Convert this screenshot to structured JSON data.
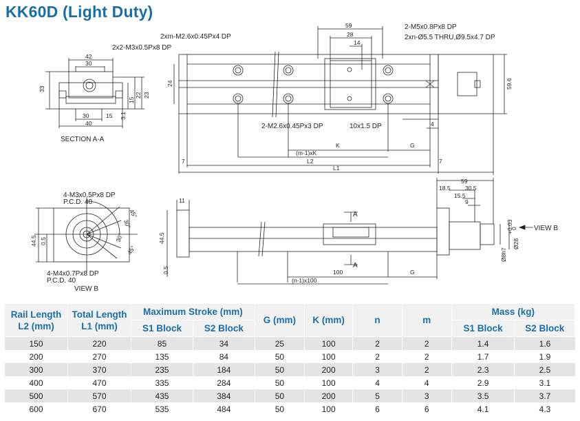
{
  "title": "KK60D (Light Duty)",
  "drawing": {
    "section_label": "SECTION A-A",
    "view_label": "VIEW B",
    "view_label_arrow": "VIEW B",
    "section_marker": "A",
    "callouts": {
      "c1": "2xm-M2.6x0.45Px4 DP",
      "c2": "2x2-M3x0.5Px8 DP",
      "c3": "2-M5x0.8Px8 DP",
      "c4": "2xn-Ø5.5 THRU,Ø9.5x4.7 DP",
      "c5": "2-M2.6x0.45Px3 DP",
      "c6": "10x1.5 DP",
      "c7": "4-M3x0.5Px8 DP",
      "c7b": "P.C.D. 40",
      "c8": "4-M4x0.7Px8 DP",
      "c8b": "P.C.D. 40"
    },
    "dims": {
      "d42": "42",
      "d30a": "30",
      "d33": "33",
      "d15a": "15",
      "d22": "22",
      "d23": "23",
      "d30b": "30",
      "d15b": "15",
      "d3_1": "3.1",
      "d40": "40",
      "d59a": "59",
      "d28": "28",
      "d14": "14",
      "d24": "24",
      "d59_6": "59.6",
      "d4": "4",
      "dK": "K",
      "dG": "G",
      "dnK": "(m-1)xK",
      "dL2": "L2",
      "dL1": "L1",
      "d7a": "7",
      "d7b": "7",
      "d59b": "59",
      "d18_5": "18.5",
      "d30_5": "30.5",
      "d15_5": "15.5",
      "d9": "9",
      "d11": "11",
      "d44_5a": "44.5",
      "d0_5a": "0.5",
      "d44_5b": "44.5",
      "d0_5b": "0.5",
      "d100": "100",
      "dG2": "G",
      "dn100": "(n-1)x100",
      "a45a": "45°",
      "a30a": "30°",
      "a30b": "30°",
      "a45b": "45°",
      "d28h7": "Ø28",
      "dtol": "+0.03",
      "dtol2": "0",
      "d8h7": "Ø8h7"
    }
  },
  "table": {
    "headers": {
      "rail_length": "Rail Length L2 (mm)",
      "total_length": "Total Length L1 (mm)",
      "max_stroke": "Maximum  Stroke (mm)",
      "s1": "S1 Block",
      "s2": "S2 Block",
      "g": "G (mm)",
      "k": "K (mm)",
      "n": "n",
      "m": "m",
      "mass": "Mass (kg)",
      "mass_s1": "S1 Block",
      "mass_s2": "S2 Block"
    },
    "rows": [
      [
        "150",
        "220",
        "85",
        "34",
        "25",
        "100",
        "2",
        "2",
        "1.4",
        "1.6"
      ],
      [
        "200",
        "270",
        "135",
        "84",
        "50",
        "100",
        "2",
        "2",
        "1.7",
        "1.9"
      ],
      [
        "300",
        "370",
        "235",
        "184",
        "50",
        "200",
        "3",
        "2",
        "2.3",
        "2.5"
      ],
      [
        "400",
        "470",
        "335",
        "284",
        "50",
        "100",
        "4",
        "4",
        "2.9",
        "3.1"
      ],
      [
        "500",
        "570",
        "435",
        "384",
        "50",
        "200",
        "5",
        "3",
        "3.5",
        "3.7"
      ],
      [
        "600",
        "670",
        "535",
        "484",
        "50",
        "100",
        "6",
        "6",
        "4.1",
        "4.3"
      ]
    ]
  }
}
